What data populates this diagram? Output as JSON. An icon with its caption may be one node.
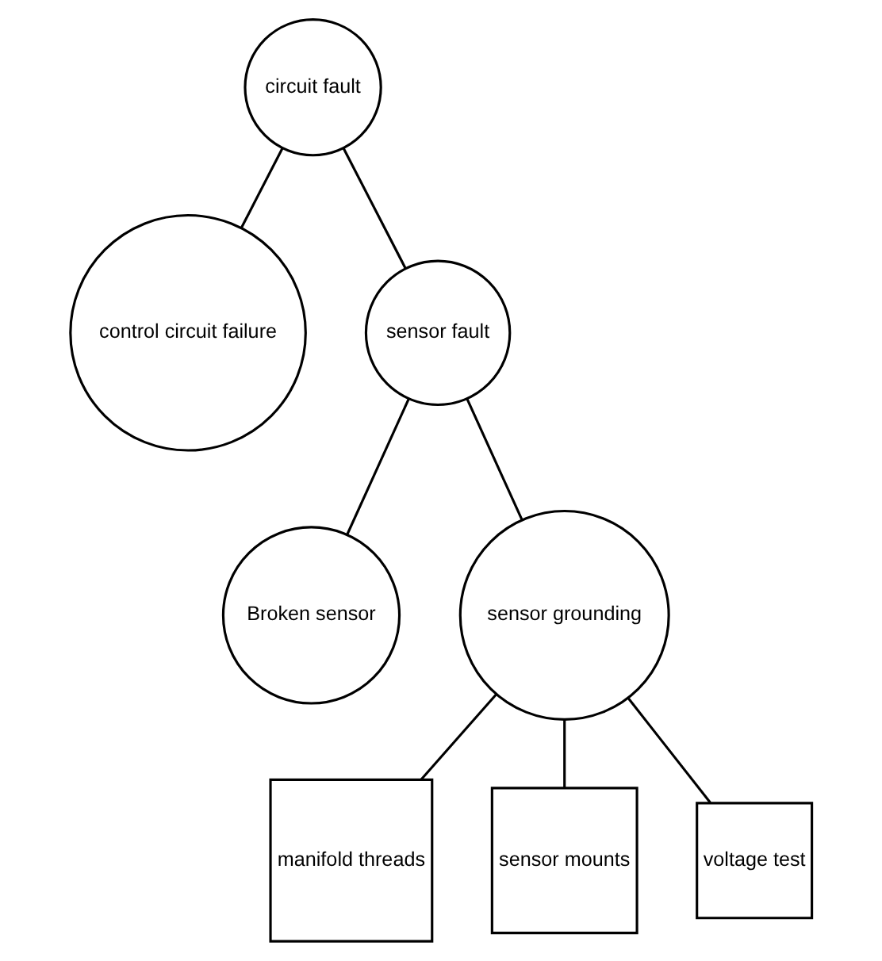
{
  "diagram": {
    "nodes": [
      {
        "text": [
          "circuit fault"
        ]
      },
      {
        "text": [
          "control circuit failure"
        ]
      },
      {
        "text": [
          "sensor fault"
        ]
      },
      {
        "text": [
          "Broken sensor"
        ]
      },
      {
        "text": [
          "sensor grounding"
        ]
      },
      {
        "text": [
          "manifold threads"
        ]
      },
      {
        "text": [
          "sensor mounts"
        ]
      },
      {
        "text": [
          "voltage test"
        ]
      }
    ],
    "edges": [
      {
        "from": 0,
        "to": 1,
        "arrow": "none"
      },
      {
        "from": 0,
        "to": 2,
        "arrow": "none"
      },
      {
        "from": 2,
        "to": 3,
        "arrow": "none"
      },
      {
        "from": 2,
        "to": 4,
        "arrow": "none"
      },
      {
        "from": 4,
        "to": 5,
        "arrow": "none"
      },
      {
        "from": 4,
        "to": 6,
        "arrow": "none"
      },
      {
        "from": 4,
        "to": 7,
        "arrow": "none"
      }
    ]
  }
}
